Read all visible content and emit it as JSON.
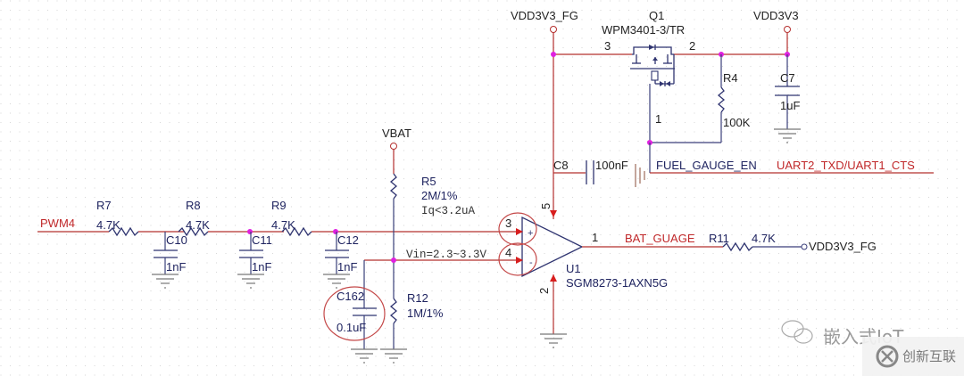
{
  "schematic": {
    "nets": {
      "pwm4": "PWM4",
      "vbat": "VBAT",
      "vdd3v3_fg_top": "VDD3V3_FG",
      "vdd3v3": "VDD3V3",
      "vdd3v3_fg_right": "VDD3V3_FG",
      "fuel_gauge_en": "FUEL_GAUGE_EN",
      "uart": "UART2_TXD/UART1_CTS",
      "bat_guage": "BAT_GUAGE",
      "vin_note": "Vin=2.3~3.3V",
      "iq_note": "Iq<3.2uA"
    },
    "components": {
      "r7": {
        "ref": "R7",
        "value": "4.7K"
      },
      "r8": {
        "ref": "R8",
        "value": "4.7K"
      },
      "r9": {
        "ref": "R9",
        "value": "4.7K"
      },
      "c10": {
        "ref": "C10",
        "value": "1nF"
      },
      "c11": {
        "ref": "C11",
        "value": "1nF"
      },
      "c12": {
        "ref": "C12",
        "value": "1nF"
      },
      "r5": {
        "ref": "R5",
        "value": "2M/1%"
      },
      "r12": {
        "ref": "R12",
        "value": "1M/1%"
      },
      "c162": {
        "ref": "C162",
        "value": "0.1uF"
      },
      "q1": {
        "ref": "Q1",
        "value": "WPM3401-3/TR",
        "pins": [
          "3",
          "2",
          "1"
        ]
      },
      "r4": {
        "ref": "R4",
        "value": "100K"
      },
      "c7": {
        "ref": "C7",
        "value": "1uF"
      },
      "c8": {
        "ref": "C8",
        "value": "100nF"
      },
      "u1": {
        "ref": "U1",
        "value": "SGM8273-1AXN5G",
        "pins": [
          "3",
          "4",
          "5",
          "2",
          "1"
        ],
        "plus": "+",
        "minus": "-"
      },
      "r11": {
        "ref": "R11",
        "value": "4.7K"
      }
    }
  },
  "watermark": {
    "text1": "嵌入式IoT",
    "text2": "创新互联"
  },
  "colors": {
    "wire": "#b5302f",
    "component": "#2f3470",
    "junction": "#e020e0",
    "net_label_red": "#c0282a"
  }
}
